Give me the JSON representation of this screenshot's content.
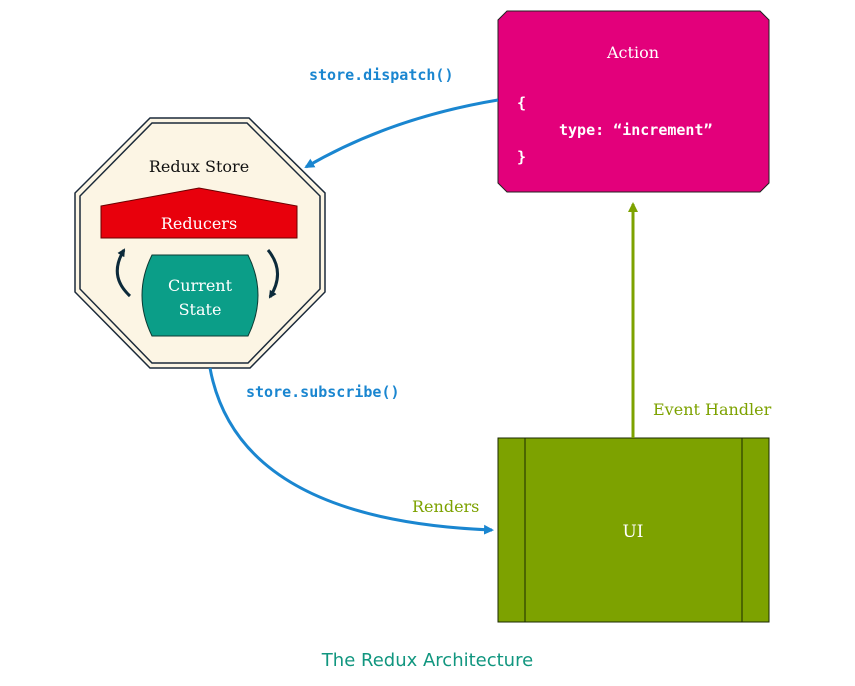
{
  "store": {
    "title": "Redux Store",
    "reducers_label": "Reducers",
    "state_line1": "Current",
    "state_line2": "State"
  },
  "action": {
    "title": "Action",
    "code_open": "{",
    "code_body": "type: “increment”",
    "code_close": "}"
  },
  "ui": {
    "label": "UI"
  },
  "edges": {
    "dispatch": "store.dispatch()",
    "subscribe": "store.subscribe()",
    "renders": "Renders",
    "event_handler": "Event Handler"
  },
  "caption": "The Redux Architecture",
  "colors": {
    "action_fill": "#e3007b",
    "ui_fill": "#7da200",
    "ui_stroke": "#1a2a00",
    "store_fill": "#fcf5e4",
    "store_stroke": "#1b2a3a",
    "reducers_fill": "#e8000c",
    "state_fill": "#0b9e88",
    "arrow_blue": "#1a86d0",
    "arrow_green": "#7da200",
    "caption_teal": "#11967f",
    "cycle_arrow": "#0c2a3a"
  }
}
